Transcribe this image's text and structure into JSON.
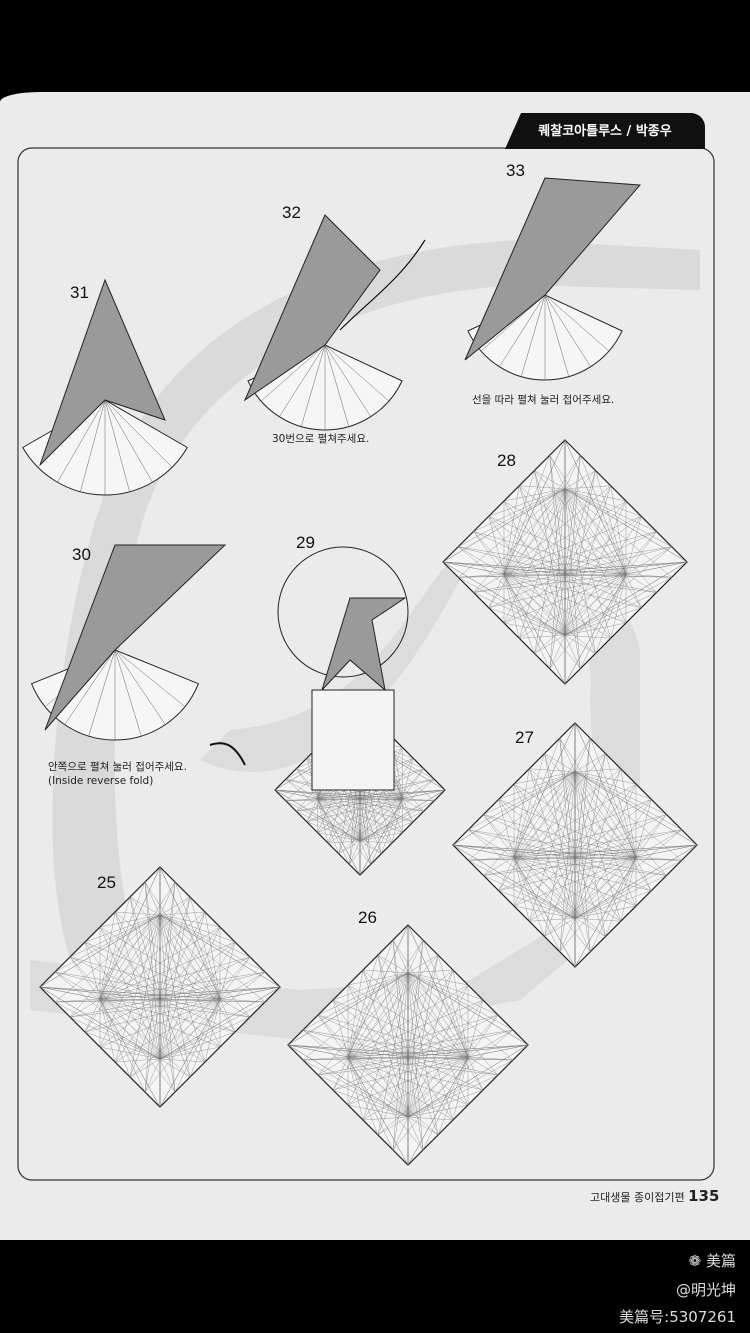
{
  "header": {
    "title": "퀘찰코아틀루스 / 박종우"
  },
  "steps": [
    {
      "number": "31"
    },
    {
      "number": "32",
      "caption": "30번으로 펼쳐주세요."
    },
    {
      "number": "33",
      "caption": "선을 따라 펼쳐 눌러 접어주세요."
    },
    {
      "number": "28"
    },
    {
      "number": "30",
      "caption": "안쪽으로 펼쳐 눌러 접어주세요.",
      "caption_en": "(Inside reverse fold)"
    },
    {
      "number": "29"
    },
    {
      "number": "27"
    },
    {
      "number": "25"
    },
    {
      "number": "26"
    }
  ],
  "footer": {
    "book": "고대생물 종이접기편",
    "page": "135"
  },
  "watermark": {
    "brand": "美篇",
    "user": "@明光坤",
    "id": "美篇号:5307261",
    "icon": "meipian-logo-icon"
  }
}
